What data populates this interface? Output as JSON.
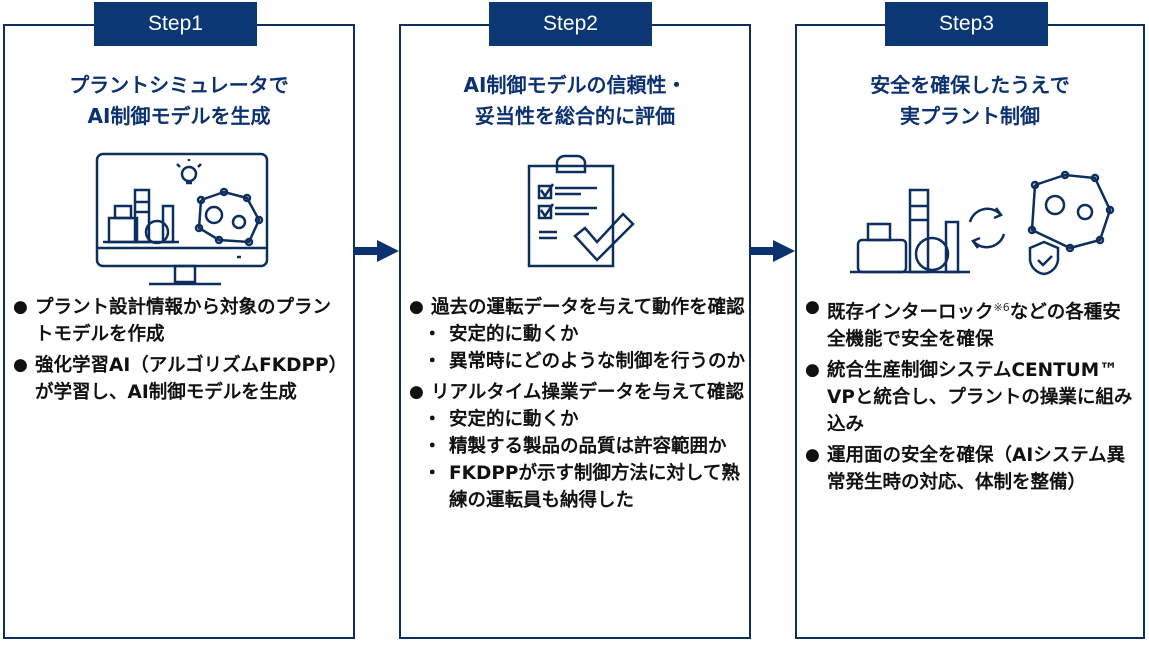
{
  "steps": [
    {
      "badge": "Step1",
      "title_line1": "プラントシミュレータで",
      "title_line2": "AI制御モデルを生成",
      "icon": "monitor-plant-ai-icon",
      "bullets": [
        {
          "text": "プラント設計情報から対象のプラントモデルを作成"
        },
        {
          "text": "強化学習AI（アルゴリズムFKDPP）が学習し、AI制御モデルを生成"
        }
      ]
    },
    {
      "badge": "Step2",
      "title_line1": "AI制御モデルの信頼性・",
      "title_line2": "妥当性を総合的に評価",
      "icon": "clipboard-check-icon",
      "bullets": [
        {
          "text": "過去の運転データを与えて動作を確認",
          "subs": [
            "安定的に動くか",
            "異常時にどのような制御を行うのか"
          ]
        },
        {
          "text": "リアルタイム操業データを与えて確認",
          "subs": [
            "安定的に動くか",
            "精製する製品の品質は許容範囲か",
            "FKDPPが示す制御方法に対して熟練の運転員も納得した"
          ]
        }
      ]
    },
    {
      "badge": "Step3",
      "title_line1": "安全を確保したうえで",
      "title_line2": "実プラント制御",
      "icon": "plant-sync-ai-shield-icon",
      "bullets": [
        {
          "text_before": "既存インターロック",
          "sup": "※6",
          "text_after": "などの各種安全機能で安全を確保"
        },
        {
          "text": "統合生産制御システムCENTUM™ VPと統合し、プラントの操業に組み込み"
        },
        {
          "text": "運用面の安全を確保（AIシステム異常発生時の対応、体制を整備）"
        }
      ]
    }
  ],
  "colors": {
    "navy": "#0b3875",
    "border": "#0d2f5e",
    "title": "#0b3170"
  }
}
